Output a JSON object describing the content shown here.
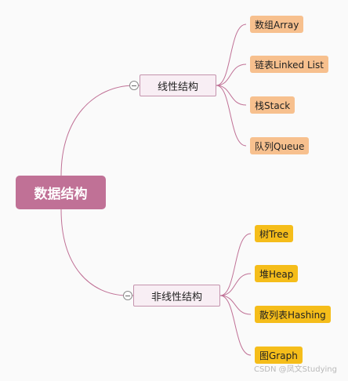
{
  "root": {
    "label": "数据结构"
  },
  "branches": [
    {
      "label": "线性结构",
      "children": [
        "数组Array",
        "链表Linked List",
        "栈Stack",
        "队列Queue"
      ]
    },
    {
      "label": "非线性结构",
      "children": [
        "树Tree",
        "堆Heap",
        "散列表Hashing",
        "图Graph"
      ]
    }
  ],
  "watermark": "CSDN @凤文Studying",
  "colors": {
    "root": "#c07196",
    "connector": "#c07196",
    "branch_fill": "#f8eef4",
    "branch_border": "#c493ad",
    "linear_leaf": "#f7c08e",
    "nonlinear_leaf": "#f5bd1a"
  }
}
